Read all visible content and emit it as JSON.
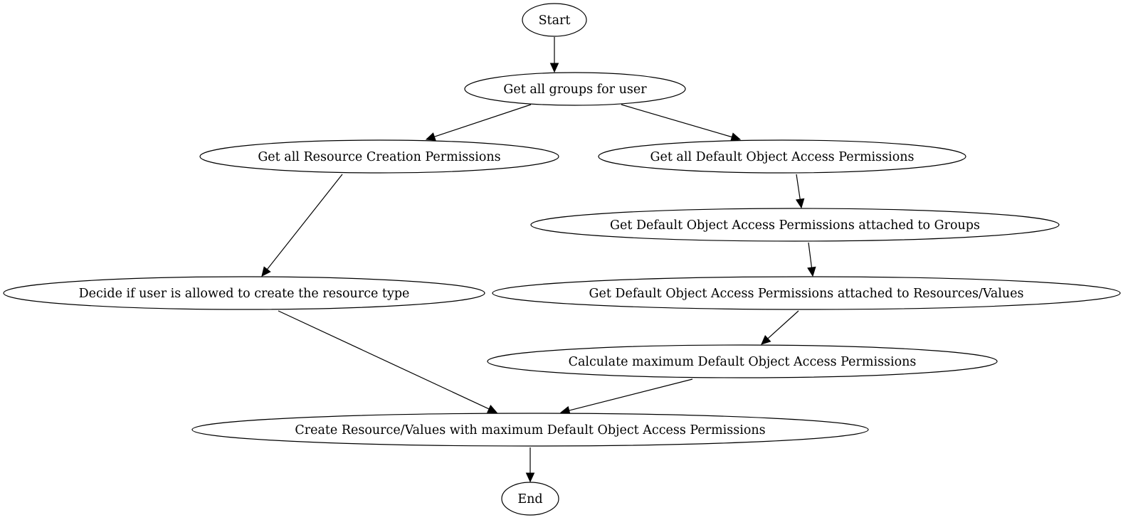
{
  "diagram": {
    "type": "flowchart",
    "nodes": [
      {
        "id": "start",
        "label": "Start"
      },
      {
        "id": "get_groups",
        "label": "Get all groups for user"
      },
      {
        "id": "get_rcp",
        "label": "Get all Resource Creation Permissions"
      },
      {
        "id": "get_doap",
        "label": "Get all Default Object Access Permissions"
      },
      {
        "id": "doap_groups",
        "label": "Get Default Object Access Permissions attached to Groups"
      },
      {
        "id": "decide",
        "label": "Decide if user is allowed to create the resource type"
      },
      {
        "id": "doap_resources",
        "label": "Get Default Object Access Permissions attached to Resources/Values"
      },
      {
        "id": "calc_max",
        "label": "Calculate maximum Default Object Access Permissions"
      },
      {
        "id": "create",
        "label": "Create Resource/Values with maximum Default Object Access Permissions"
      },
      {
        "id": "end",
        "label": "End"
      }
    ],
    "edges": [
      {
        "from": "start",
        "to": "get_groups"
      },
      {
        "from": "get_groups",
        "to": "get_rcp"
      },
      {
        "from": "get_groups",
        "to": "get_doap"
      },
      {
        "from": "get_rcp",
        "to": "decide"
      },
      {
        "from": "get_doap",
        "to": "doap_groups"
      },
      {
        "from": "doap_groups",
        "to": "doap_resources"
      },
      {
        "from": "decide",
        "to": "create"
      },
      {
        "from": "doap_resources",
        "to": "calc_max"
      },
      {
        "from": "calc_max",
        "to": "create"
      },
      {
        "from": "create",
        "to": "end"
      }
    ]
  }
}
